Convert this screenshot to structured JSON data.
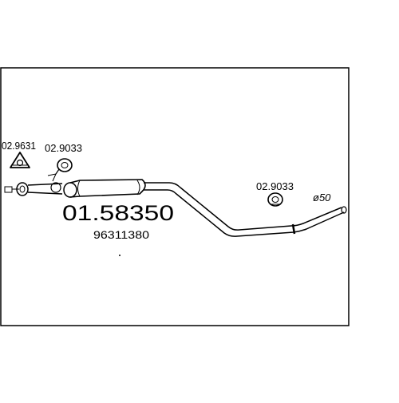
{
  "diagram": {
    "part_number": "01.58350",
    "oem_number": "96311380",
    "diameter_label": "ø50",
    "callouts": [
      {
        "code": "02.9631"
      },
      {
        "code": "02.9033"
      },
      {
        "code": "02.9033"
      }
    ]
  }
}
